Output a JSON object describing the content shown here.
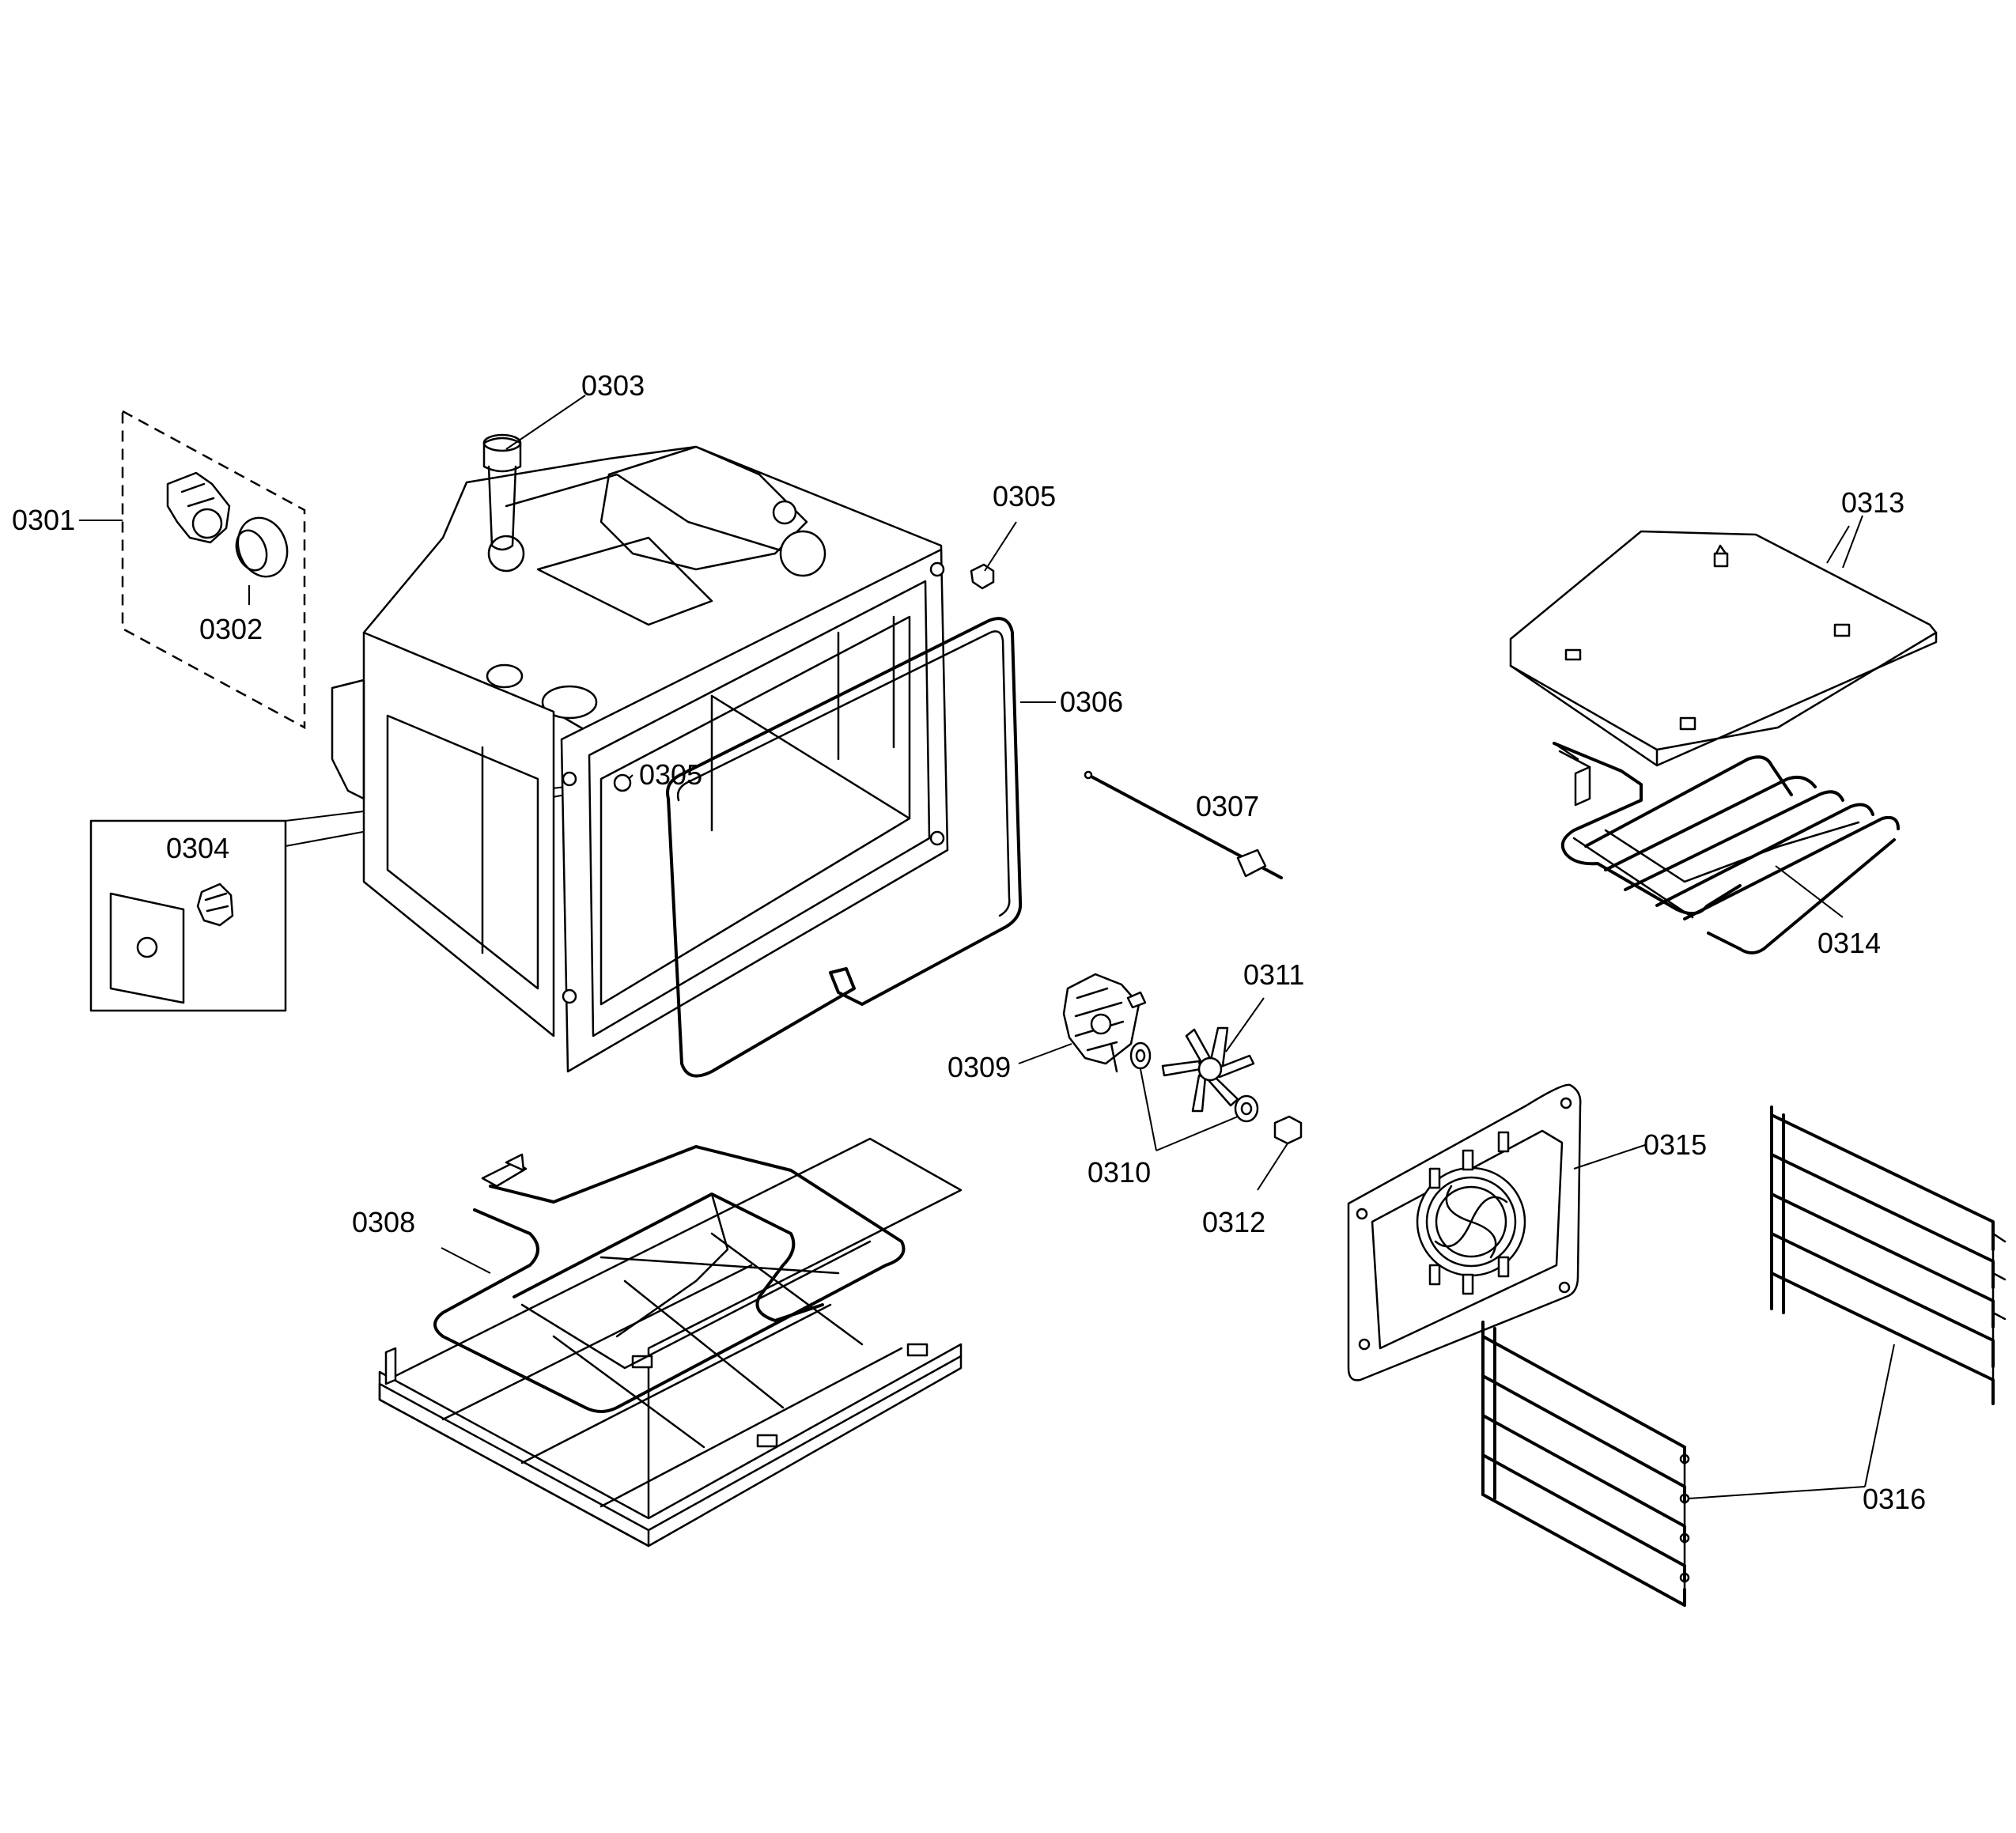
{
  "parts": {
    "p0301": "0301",
    "p0302": "0302",
    "p0303": "0303",
    "p0304": "0304",
    "p0305a": "0305",
    "p0305b": "0305",
    "p0306": "0306",
    "p0307": "0307",
    "p0308": "0308",
    "p0309": "0309",
    "p0310": "0310",
    "p0311": "0311",
    "p0312": "0312",
    "p0313": "0313",
    "p0314": "0314",
    "p0315": "0315",
    "p0316": "0316"
  }
}
